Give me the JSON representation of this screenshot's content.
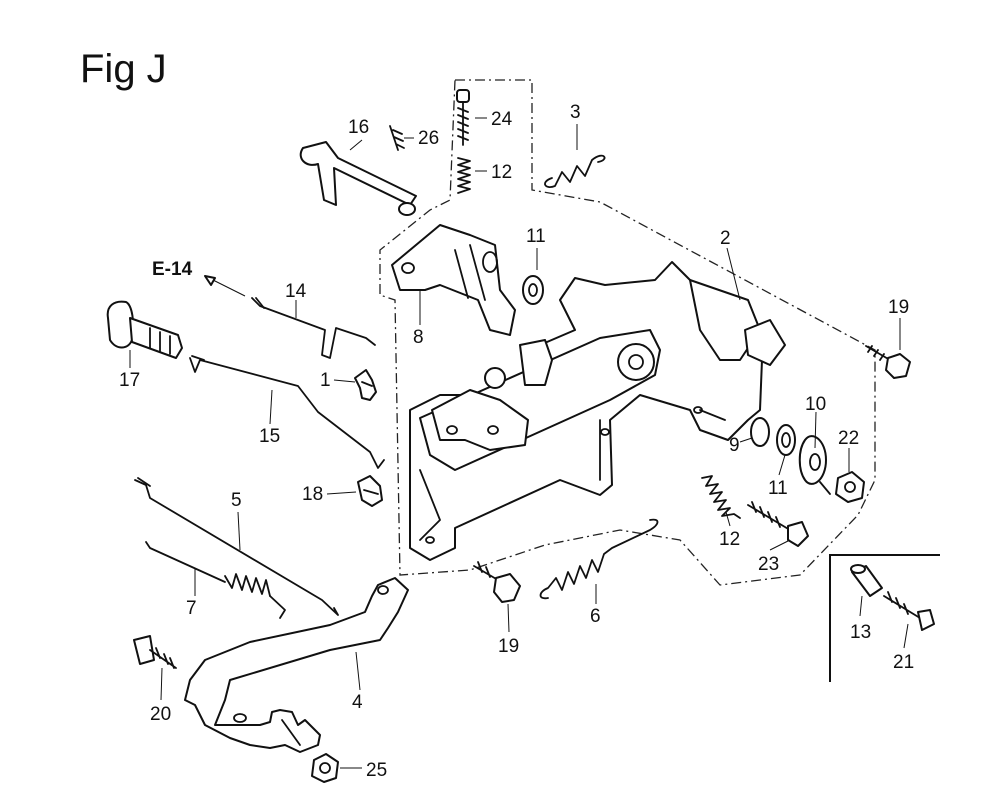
{
  "figure": {
    "title": "Fig J",
    "reference": "E-14"
  },
  "callouts": [
    {
      "id": "p1",
      "label": "1"
    },
    {
      "id": "p2",
      "label": "2"
    },
    {
      "id": "p3",
      "label": "3"
    },
    {
      "id": "p4",
      "label": "4"
    },
    {
      "id": "p5",
      "label": "5"
    },
    {
      "id": "p6",
      "label": "6"
    },
    {
      "id": "p7",
      "label": "7"
    },
    {
      "id": "p8",
      "label": "8"
    },
    {
      "id": "p9",
      "label": "9"
    },
    {
      "id": "p10",
      "label": "10"
    },
    {
      "id": "p11a",
      "label": "11"
    },
    {
      "id": "p11b",
      "label": "11"
    },
    {
      "id": "p12a",
      "label": "12"
    },
    {
      "id": "p12b",
      "label": "12"
    },
    {
      "id": "p13",
      "label": "13"
    },
    {
      "id": "p14",
      "label": "14"
    },
    {
      "id": "p15",
      "label": "15"
    },
    {
      "id": "p16",
      "label": "16"
    },
    {
      "id": "p17",
      "label": "17"
    },
    {
      "id": "p18",
      "label": "18"
    },
    {
      "id": "p19a",
      "label": "19"
    },
    {
      "id": "p19b",
      "label": "19"
    },
    {
      "id": "p20",
      "label": "20"
    },
    {
      "id": "p21",
      "label": "21"
    },
    {
      "id": "p22",
      "label": "22"
    },
    {
      "id": "p23",
      "label": "23"
    },
    {
      "id": "p24",
      "label": "24"
    },
    {
      "id": "p25",
      "label": "25"
    },
    {
      "id": "p26",
      "label": "26"
    }
  ]
}
